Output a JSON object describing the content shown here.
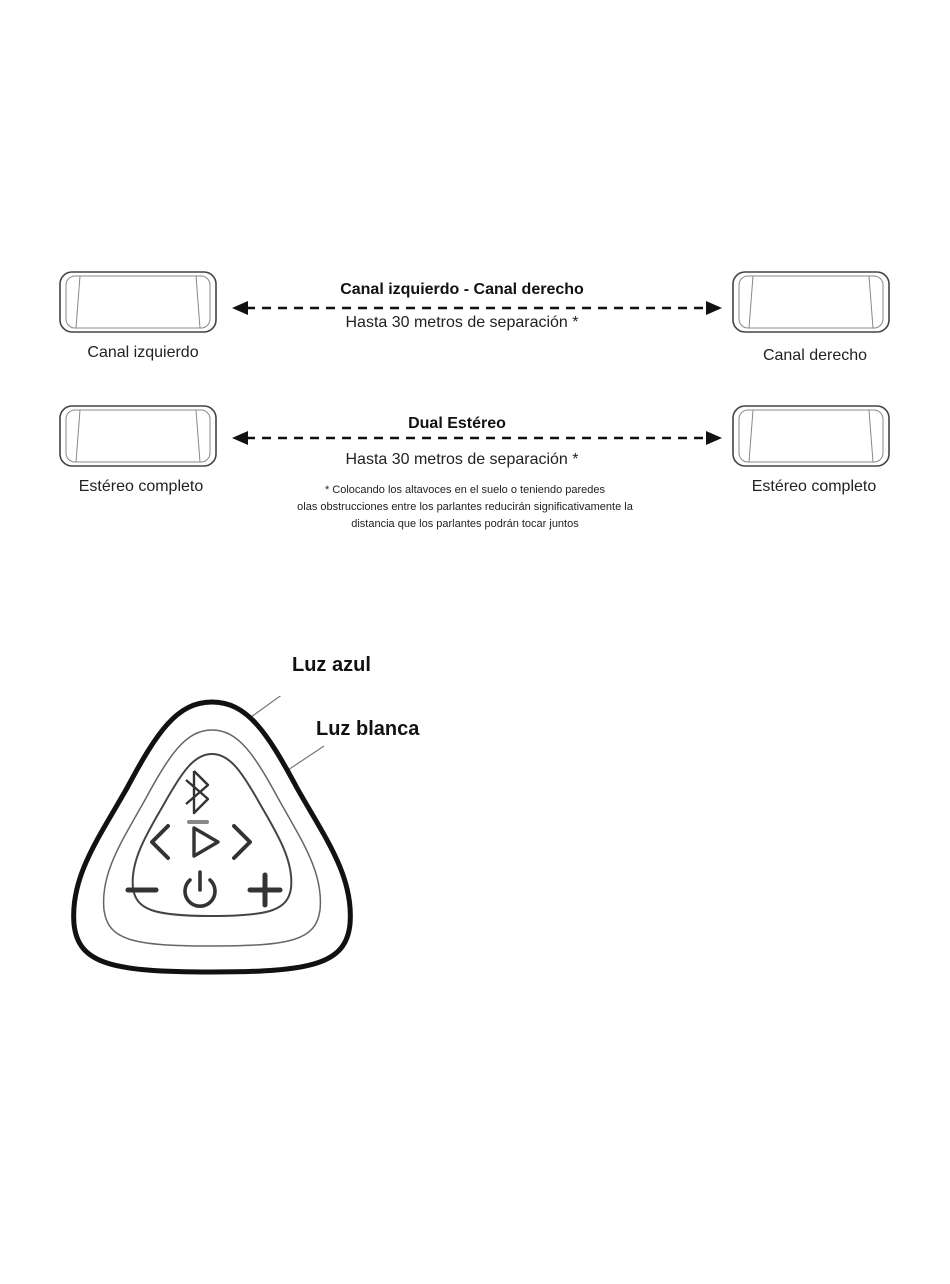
{
  "row1": {
    "left_caption": "Canal izquierdo",
    "right_caption": "Canal derecho",
    "title": "Canal izquierdo - Canal derecho",
    "subtitle": "Hasta 30 metros de separación *"
  },
  "row2": {
    "left_caption": "Estéreo completo",
    "right_caption": "Estéreo completo",
    "title": "Dual Estéreo",
    "subtitle": "Hasta 30 metros de separación *"
  },
  "note": {
    "line1": "* Colocando  los  altavoces  en  el  suelo  o teniendo  paredes",
    "line2": "olas obstrucciones   entre  los  parlantes  reducirán  significativamente   la",
    "line3": "distancia  que los  parlantes  podrán  tocar  juntos"
  },
  "control_panel": {
    "callout_blue": "Luz azul",
    "callout_white": "Luz blanca",
    "buttons": {
      "bluetooth": "bluetooth-icon",
      "previous": "chevron-left-icon",
      "play": "play-icon",
      "next": "chevron-right-icon",
      "volume_down": "minus-icon",
      "power": "power-icon",
      "volume_up": "plus-icon"
    }
  }
}
